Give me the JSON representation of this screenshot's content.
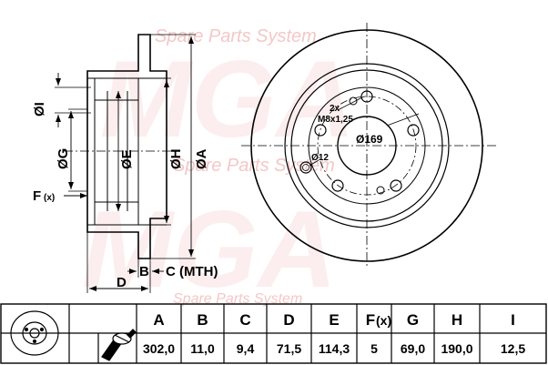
{
  "watermark": {
    "brand": "MGA",
    "tagline": "Spare Parts System"
  },
  "side_view": {
    "labels": {
      "I": "ØI",
      "G": "ØG",
      "E": "ØE",
      "H": "ØH",
      "A": "ØA",
      "F": "F",
      "F_sub": "(x)",
      "D": "D",
      "B": "B",
      "C": "C (MTH)"
    }
  },
  "front_view": {
    "labels": {
      "bolt_count": "2x",
      "thread": "M8x1,25",
      "pcd": "Ø169",
      "hole": "Ø12"
    }
  },
  "table": {
    "headers": [
      "A",
      "B",
      "C",
      "D",
      "E",
      "F",
      "G",
      "H",
      "I"
    ],
    "f_header_sub": "(x)",
    "values": [
      "302,0",
      "11,0",
      "9,4",
      "71,5",
      "114,3",
      "5",
      "69,0",
      "190,0",
      "12,5"
    ]
  }
}
